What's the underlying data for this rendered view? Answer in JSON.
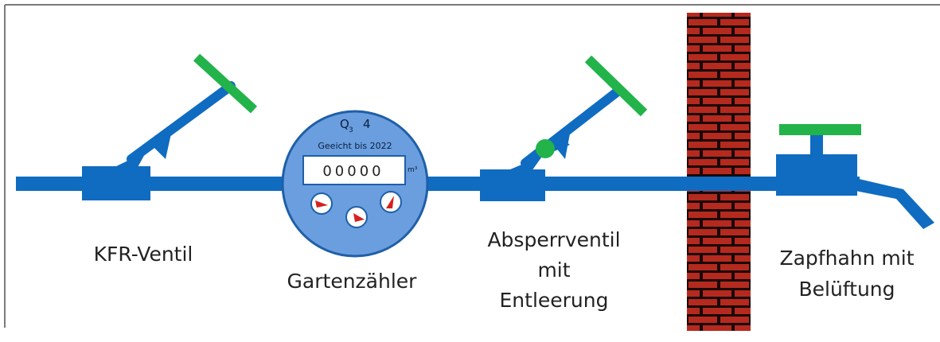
{
  "labels": {
    "kfr_valve": "KFR-Ventil",
    "garden_meter": "Gartenzähler",
    "shutoff_valve_line1": "Absperrventil",
    "shutoff_valve_line2": "mit",
    "shutoff_valve_line3": "Entleerung",
    "tap_line1": "Zapfhahn mit",
    "tap_line2": "Belüftung"
  },
  "meter": {
    "size_label": "Q",
    "size_sub": "3",
    "size_value": "4",
    "calibration": "Geeicht bis 2022",
    "reading": "00000",
    "unit": "m³"
  },
  "colors": {
    "pipe": "#0f6cc0",
    "handle": "#22b34a",
    "meter_face": "#6a9ede",
    "brick": "#b52a1e",
    "mortar": "#1a0808",
    "needle": "#d62020"
  }
}
